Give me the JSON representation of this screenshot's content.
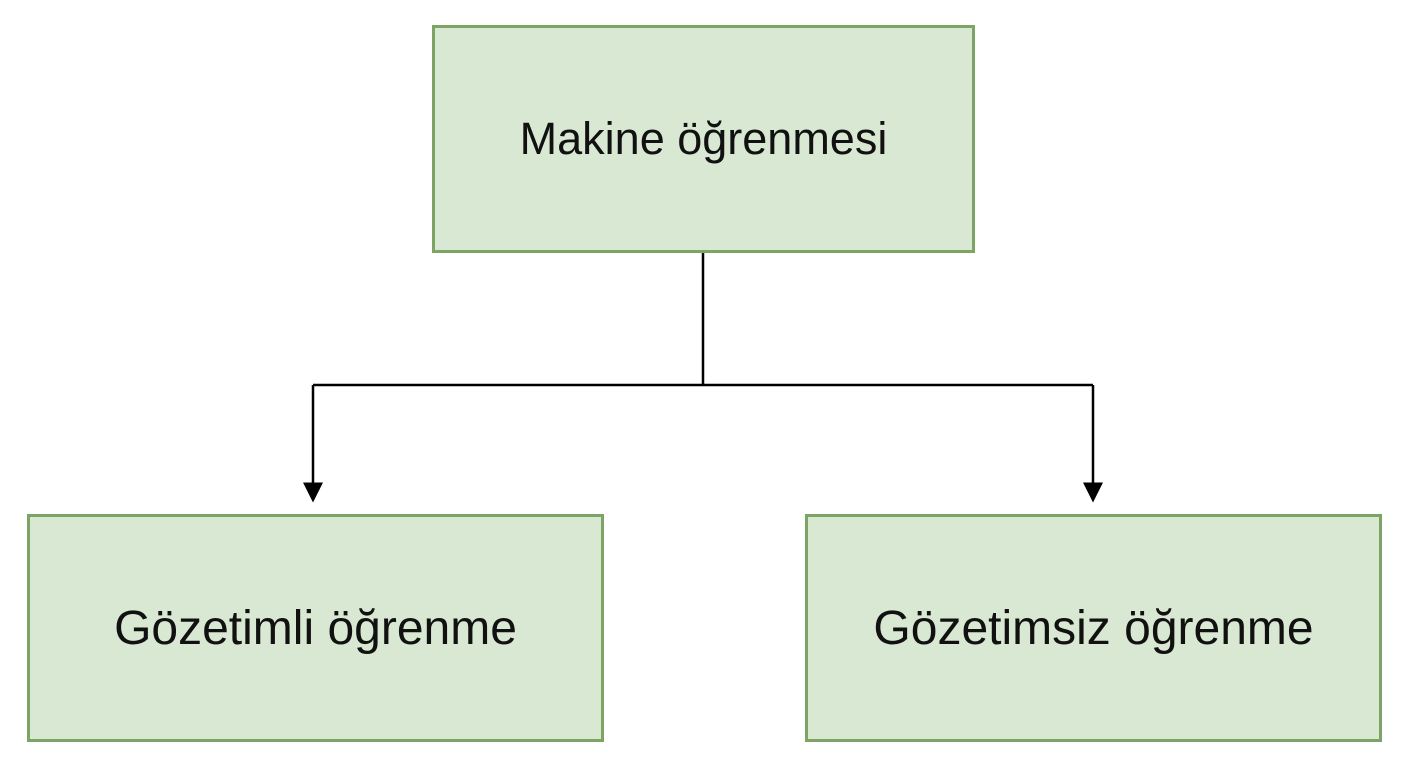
{
  "diagram": {
    "root": {
      "label": "Makine öğrenmesi"
    },
    "children": [
      {
        "label": "Gözetimli öğrenme"
      },
      {
        "label": "Gözetimsiz öğrenme"
      }
    ]
  },
  "colors": {
    "background": "#ffffff",
    "node_fill": "#d9e8d2",
    "node_border": "#7ca465",
    "connector": "#000000",
    "text": "#111111"
  }
}
